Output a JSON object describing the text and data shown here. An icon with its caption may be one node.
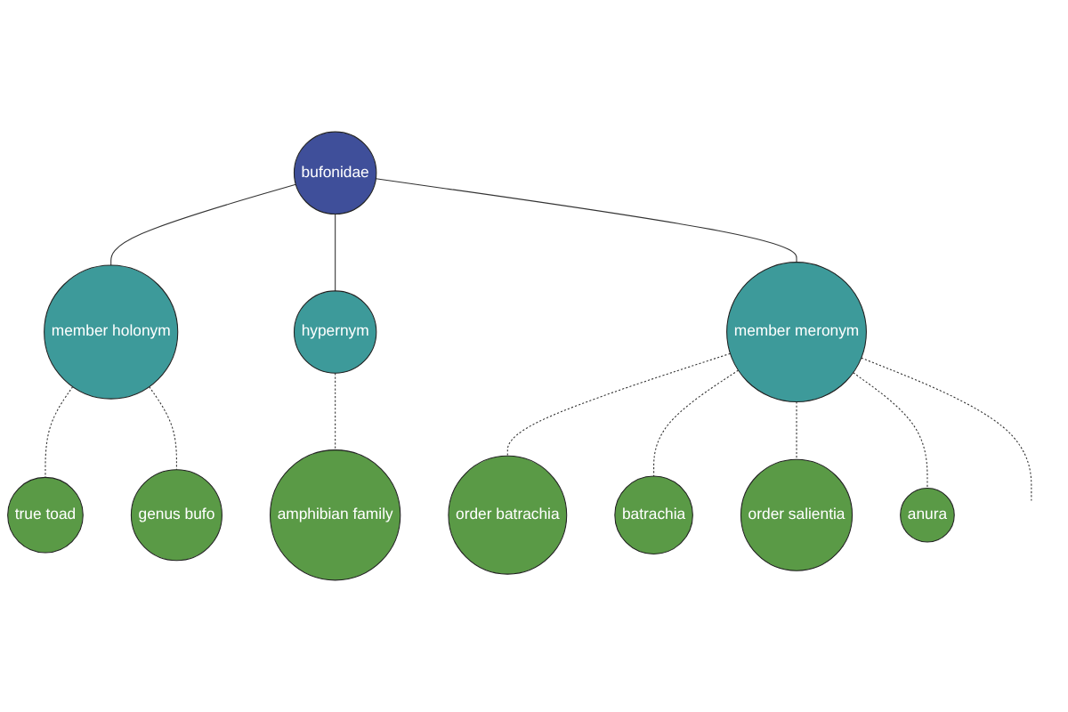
{
  "diagram": {
    "nodes": [
      {
        "text": [
          "bufonidae"
        ]
      },
      {
        "text": [
          "member holonym"
        ]
      },
      {
        "text": [
          "true toad"
        ]
      },
      {
        "text": [
          "genus bufo"
        ]
      },
      {
        "text": [
          "hypernym"
        ]
      },
      {
        "text": [
          "amphibian family"
        ]
      },
      {
        "text": [
          "member meronym"
        ]
      },
      {
        "text": [
          "order batrachia"
        ]
      },
      {
        "text": [
          "batrachia"
        ]
      },
      {
        "text": [
          "order salientia"
        ]
      },
      {
        "text": [
          "anura"
        ]
      }
    ],
    "edges": [
      {
        "from": 0,
        "to": 1,
        "arrow": "none"
      },
      {
        "from": 1,
        "to": 2,
        "arrow": "none",
        "style": "dashed"
      },
      {
        "from": 1,
        "to": 3,
        "arrow": "none",
        "style": "dashed"
      },
      {
        "from": 0,
        "to": 4,
        "arrow": "none"
      },
      {
        "from": 4,
        "to": 5,
        "arrow": "none",
        "style": "dashed"
      },
      {
        "from": 0,
        "to": 6,
        "arrow": "none"
      },
      {
        "from": 6,
        "to": 7,
        "arrow": "none",
        "style": "dashed"
      },
      {
        "from": 6,
        "to": 8,
        "arrow": "none",
        "style": "dashed"
      },
      {
        "from": 6,
        "to": 9,
        "arrow": "none",
        "style": "dashed"
      },
      {
        "from": 6,
        "to": 10,
        "arrow": "none",
        "style": "dashed"
      },
      {
        "from": 6,
        "to": null,
        "arrow": "none",
        "style": "dashed"
      }
    ]
  }
}
